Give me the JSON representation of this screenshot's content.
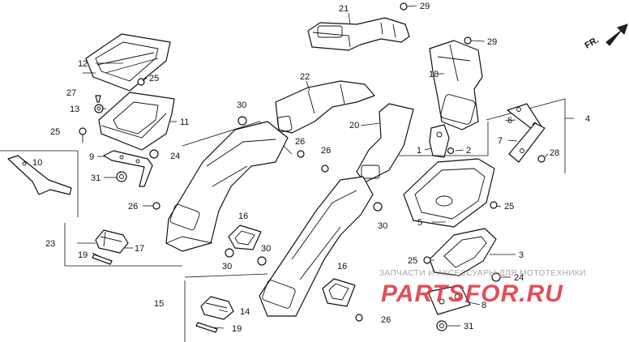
{
  "diagram": {
    "orientation_label": "FR.",
    "watermark_line1": "ЗАПЧАСТИ И АКСЕССУАРЫ ДЛЯ МОТОТЕХНИКИ",
    "watermark_line2": "PARTSFOR.RU",
    "watermark_color": "#e0303a",
    "callouts": {
      "c1": "1",
      "c2": "2",
      "c3": "3",
      "c4": "4",
      "c5": "5",
      "c6": "6",
      "c7": "7",
      "c8": "8",
      "c9": "9",
      "c10": "10",
      "c11": "11",
      "c12": "12",
      "c13": "13",
      "c14": "14",
      "c15": "15",
      "c16a": "16",
      "c16b": "16",
      "c17": "17",
      "c18": "18",
      "c19a": "19",
      "c19b": "19",
      "c20": "20",
      "c21": "21",
      "c22": "22",
      "c23": "23",
      "c24a": "24",
      "c24b": "24",
      "c25a": "25",
      "c25b": "25",
      "c25c": "25",
      "c25d": "25",
      "c26a": "26",
      "c26b": "26",
      "c26c": "26",
      "c26d": "26",
      "c27": "27",
      "c28": "28",
      "c29a": "29",
      "c29b": "29",
      "c30a": "30",
      "c30b": "30",
      "c30c": "30",
      "c30d": "30",
      "c31a": "31",
      "c31b": "31"
    }
  }
}
